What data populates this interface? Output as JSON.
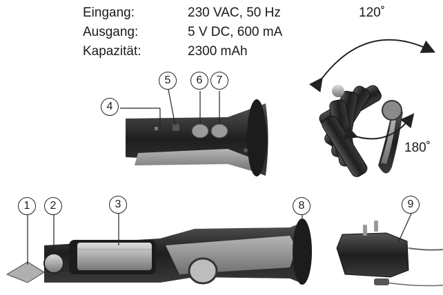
{
  "specs": [
    {
      "label": "Eingang:",
      "value": "230 VAC, 50 Hz"
    },
    {
      "label": "Ausgang:",
      "value": "5 V DC, 600 mA"
    },
    {
      "label": "Kapazität:",
      "value": "2300 mAh"
    }
  ],
  "angles": {
    "top": "120˚",
    "right": "180˚"
  },
  "callouts": [
    "1",
    "2",
    "3",
    "4",
    "5",
    "6",
    "7",
    "8",
    "9"
  ],
  "colors": {
    "body_dark": "#2b2b2b",
    "grip_grey": "#8a8a8a",
    "line": "#222222"
  }
}
